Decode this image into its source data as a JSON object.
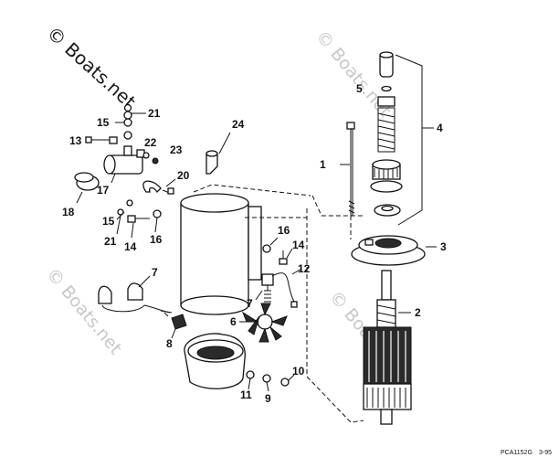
{
  "callouts": [
    "1",
    "2",
    "3",
    "4",
    "5",
    "6",
    "7",
    "7",
    "8",
    "9",
    "10",
    "11",
    "12",
    "13",
    "14",
    "14",
    "15",
    "15",
    "16",
    "16",
    "17",
    "18",
    "20",
    "21",
    "21",
    "22",
    "23",
    "24"
  ],
  "watermark_dark": "© Boats.net",
  "watermark_light": "© Boats.net",
  "footer": {
    "code": "PCA1152G",
    "date": "3-95"
  },
  "colors": {
    "ink": "#111111",
    "watermark": "#c8c8c8",
    "background": "#ffffff"
  }
}
